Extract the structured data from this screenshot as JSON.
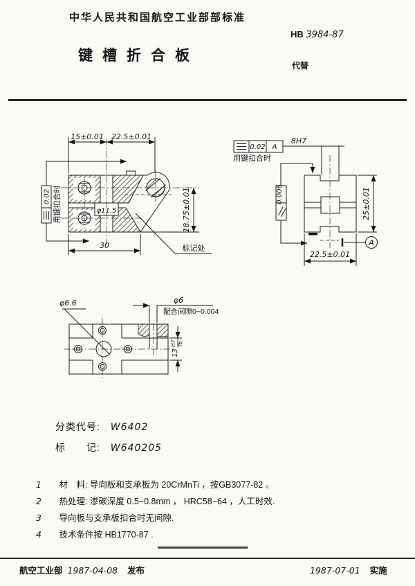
{
  "header": {
    "org_standard": "中华人民共和国航空工业部部标准",
    "standard_no_prefix": "HB",
    "standard_no": "3984-87",
    "title": "键槽折合板",
    "supersede_label": "代替"
  },
  "drawing": {
    "front": {
      "w1": "15±0.01",
      "w2": "22.5±0.01",
      "bore": "φ11.5",
      "h": "18.75±0.01",
      "len": "30",
      "mark": "标记处",
      "sym_value": "0.02",
      "sym_note": "用键扣合时"
    },
    "side": {
      "sym_value": "0.02",
      "sym_datum": "A",
      "sym_note": "用键扣合时",
      "slot": "8H7",
      "par_value": "0.006",
      "h": "25±0.01",
      "w": "22.5±0.01",
      "datum_ref": "A"
    },
    "top": {
      "d1": "φ6.6",
      "d2": "φ6",
      "fit_note": "配合间隙0~0.004",
      "w13": "13",
      "fit_upper": "H7",
      "fit_lower": "f6"
    }
  },
  "classification": {
    "code_label": "分类代号:",
    "code_value": "W6402",
    "mark_label": "标　　记:",
    "mark_value": "W640205"
  },
  "notes": [
    {
      "no": "1",
      "text": "材　料: 导向板和支承板为 20CrMnTi ，按GB3077-82 。"
    },
    {
      "no": "2",
      "text": "热处理: 渗碳深度 0.5~0.8mm ， HRC58~64 ，人工时效."
    },
    {
      "no": "3",
      "text": "导向板与支承板扣合时无间隙."
    },
    {
      "no": "4",
      "text": "技术条件按 HB1770-87 ."
    }
  ],
  "footer": {
    "issuer": "航空工业部",
    "issue_date": "1987-04-08",
    "issue_label": "发布",
    "impl_date": "1987-07-01",
    "impl_label": "实施"
  }
}
